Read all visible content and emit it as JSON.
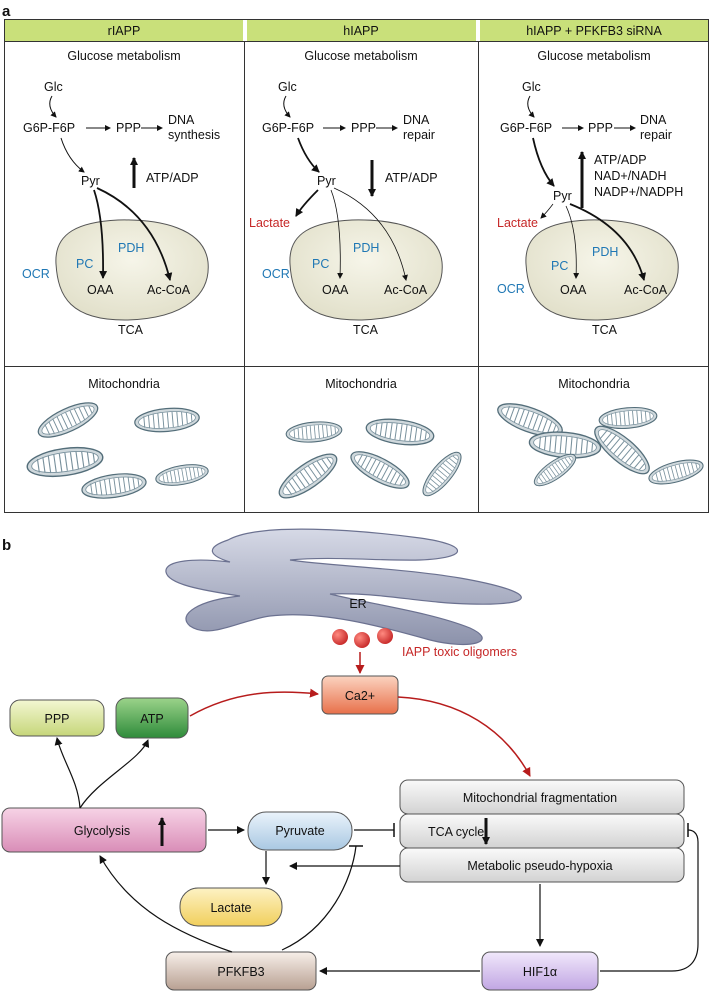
{
  "panel_a": {
    "letter": "a",
    "columns": [
      {
        "header": "rIAPP",
        "section_title": "Glucose metabolism",
        "glc": "Glc",
        "g6p": "G6P-F6P",
        "ppp": "PPP",
        "dna1": "DNA",
        "dna2": "synthesis",
        "pyr": "Pyr",
        "ratios": [
          "ATP/ADP"
        ],
        "ratio_direction": "up",
        "lactate": "",
        "ocr": "OCR",
        "pc": "PC",
        "pdh": "PDH",
        "oaa": "OAA",
        "acoa": "Ac-CoA",
        "tca": "TCA",
        "mito_title": "Mitochondria"
      },
      {
        "header": "hIAPP",
        "section_title": "Glucose metabolism",
        "glc": "Glc",
        "g6p": "G6P-F6P",
        "ppp": "PPP",
        "dna1": "DNA",
        "dna2": "repair",
        "pyr": "Pyr",
        "ratios": [
          "ATP/ADP"
        ],
        "ratio_direction": "down",
        "lactate": "Lactate",
        "ocr": "OCR",
        "pc": "PC",
        "pdh": "PDH",
        "oaa": "OAA",
        "acoa": "Ac-CoA",
        "tca": "TCA",
        "mito_title": "Mitochondria"
      },
      {
        "header": "hIAPP + PFKFB3 siRNA",
        "section_title": "Glucose metabolism",
        "glc": "Glc",
        "g6p": "G6P-F6P",
        "ppp": "PPP",
        "dna1": "DNA",
        "dna2": "repair",
        "pyr": "Pyr",
        "ratios": [
          "ATP/ADP",
          "NAD+/NADH",
          "NADP+/NADPH"
        ],
        "ratio_direction": "up",
        "lactate": "Lactate",
        "ocr": "OCR",
        "pc": "PC",
        "pdh": "PDH",
        "oaa": "OAA",
        "acoa": "Ac-CoA",
        "tca": "TCA",
        "mito_title": "Mitochondria"
      }
    ]
  },
  "panel_b": {
    "letter": "b",
    "er": "ER",
    "oligomers": "IAPP toxic oligomers",
    "ca": "Ca2+",
    "ppp": "PPP",
    "atp": "ATP",
    "glycolysis": "Glycolysis",
    "pyruvate": "Pyruvate",
    "lactate": "Lactate",
    "pfkfb3": "PFKFB3",
    "hif": "HIF1α",
    "mito_frag": "Mitochondrial fragmentation",
    "tca": "TCA cycle",
    "hypoxia": "Metabolic pseudo-hypoxia"
  },
  "colors": {
    "header_green": "#c9e07a",
    "blue_label": "#1f77b4",
    "red_label": "#c62828",
    "red_arrow": "#b71c1c"
  }
}
